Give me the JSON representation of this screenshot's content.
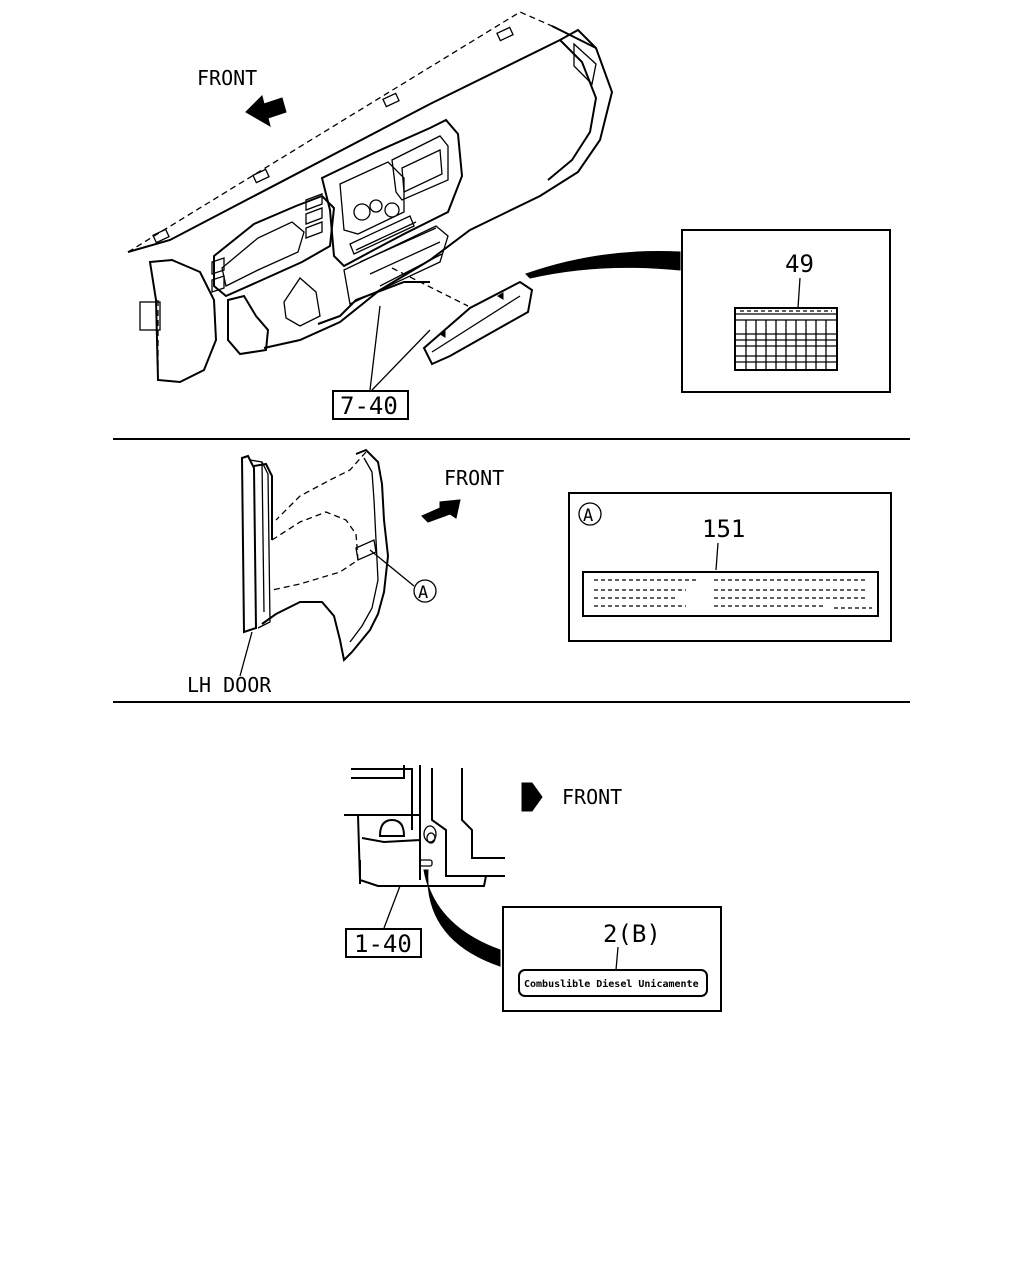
{
  "colors": {
    "line": "#000000",
    "background": "#ffffff"
  },
  "panel_top": {
    "front_label": "FRONT",
    "callout_ref": "7-40",
    "part_number": "49"
  },
  "panel_middle": {
    "front_label": "FRONT",
    "door_label": "LH DOOR",
    "marker": "A",
    "part_number": "151"
  },
  "panel_bottom": {
    "front_label": "FRONT",
    "callout_ref": "1-40",
    "part_number": "2(B)",
    "label_text": "Combuslible Diesel Unicamente"
  },
  "icons": [
    "arrow-icon",
    "circle-marker-icon"
  ]
}
